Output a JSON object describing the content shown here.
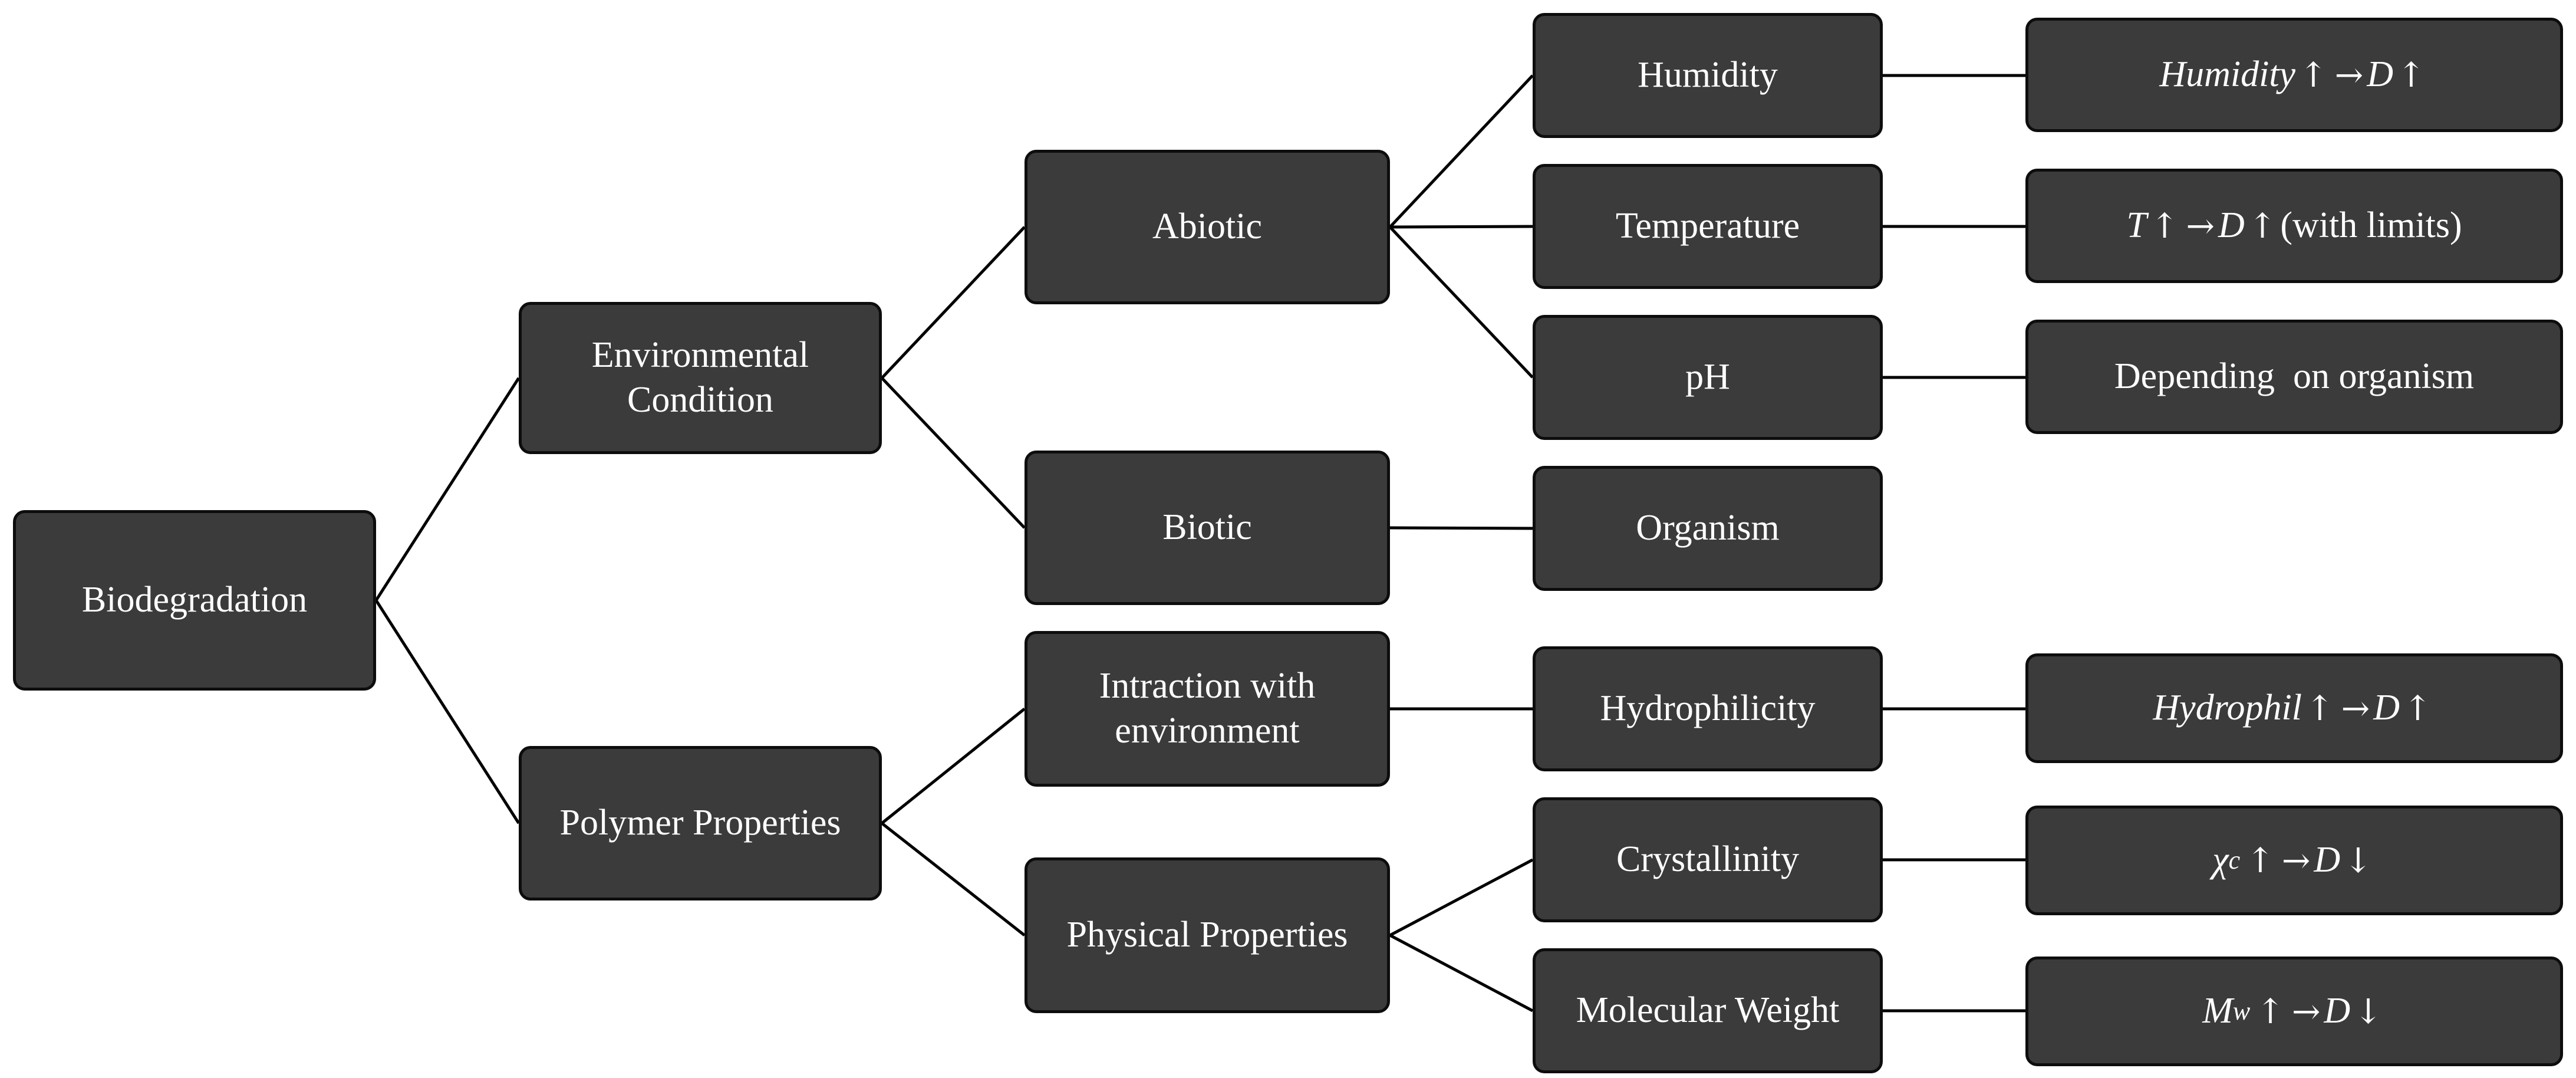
{
  "diagram": {
    "root": "Biodegradation",
    "level1": {
      "environmental": "Environmental\nCondition",
      "polymer": "Polymer Properties"
    },
    "level2": {
      "abiotic": "Abiotic",
      "biotic": "Biotic",
      "interaction": "Intraction with\nenvironment",
      "physical": "Physical Properties"
    },
    "level3": {
      "humidity": "Humidity",
      "temperature": "Temperature",
      "ph": "pH",
      "organism": "Organism",
      "hydrophilicity": "Hydrophilicity",
      "crystallinity": "Crystallinity",
      "molecular_weight": "Molecular Weight"
    },
    "effects": {
      "humidity": {
        "var": "Humidity",
        "dir1": "↑",
        "arrow": "→",
        "d": "D",
        "dir2": "↑"
      },
      "temperature": {
        "var": "T",
        "dir1": "↑",
        "arrow": "→",
        "d": "D",
        "dir2": "↑",
        "note": "(with limits)"
      },
      "ph": "Depending  on organism",
      "hydrophilicity": {
        "var": "Hydrophil",
        "dir1": "↑",
        "arrow": "→",
        "d": "D",
        "dir2": "↑"
      },
      "crystallinity": {
        "var": "χ",
        "sub": "c",
        "dir1": "↑",
        "arrow": "→",
        "d": "D",
        "dir2": "↓"
      },
      "molecular_weight": {
        "var": "M",
        "sub": "w",
        "dir1": "↑",
        "arrow": "→",
        "d": "D",
        "dir2": "↓"
      }
    },
    "colors": {
      "box_fill": "#3b3b3b",
      "box_border": "#0d0d0d",
      "text": "#ffffff",
      "line": "#000000"
    }
  }
}
